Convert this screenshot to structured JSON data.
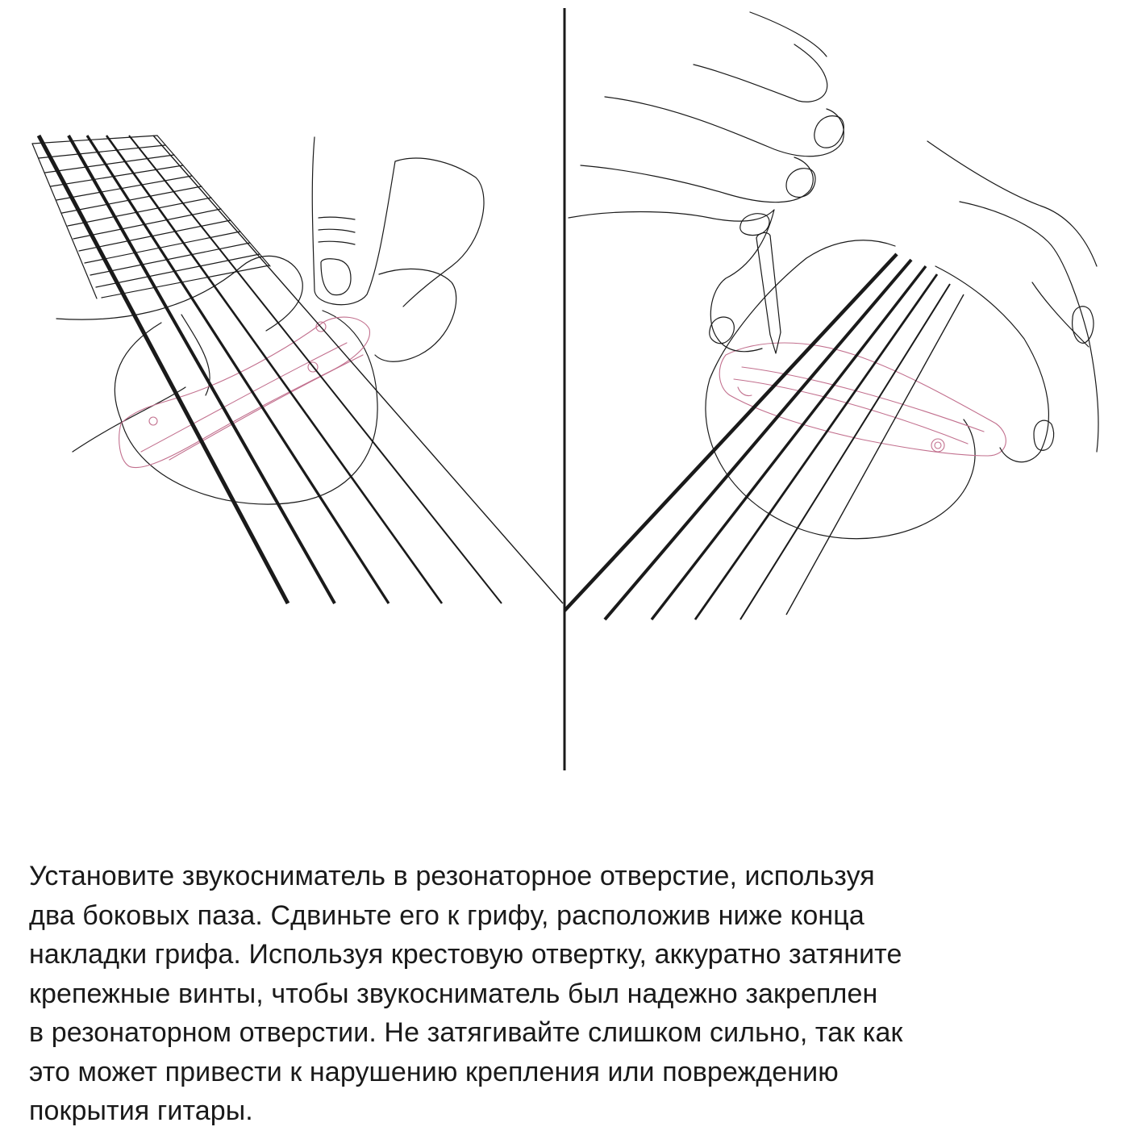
{
  "instructions": {
    "lines": [
      "Установите звукосниматель в резонаторное отверстие, используя",
      "два боковых паза. Сдвиньте его к грифу, расположив ниже конца",
      "накладки грифа. Используя крестовую отвертку, аккуратно затяните",
      "крепежные винты, чтобы звукосниматель был надежно закреплен",
      "в резонаторном отверстии. Не затягивайте слишком сильно, так как",
      "это может привести к нарушению крепления или повреждению",
      "покрытия гитары."
    ]
  },
  "colors": {
    "ink": "#1a1a1a",
    "pickup_outline": "#c2708e",
    "background": "#ffffff"
  }
}
